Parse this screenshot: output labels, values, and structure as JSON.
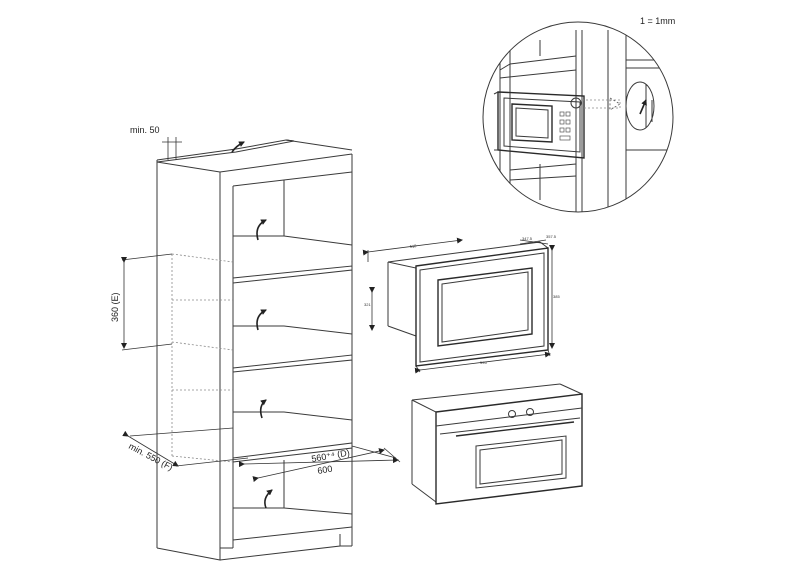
{
  "labels": {
    "scale": "1 = 1mm",
    "min_top": "min. 50",
    "height_e": "360 (E)",
    "min_front": "min. 550 (F)",
    "depth_d": "560⁺⁴ (D)",
    "width_600": "600"
  },
  "oven_dims": {
    "width_top": "510",
    "depth_a": "347.5",
    "depth_b": "357.5",
    "height_side": "321",
    "height_front": "385",
    "width_bottom": "595"
  },
  "colors": {
    "line": "#3a3a3a",
    "dashed": "#8a8a8a",
    "background": "#ffffff"
  }
}
